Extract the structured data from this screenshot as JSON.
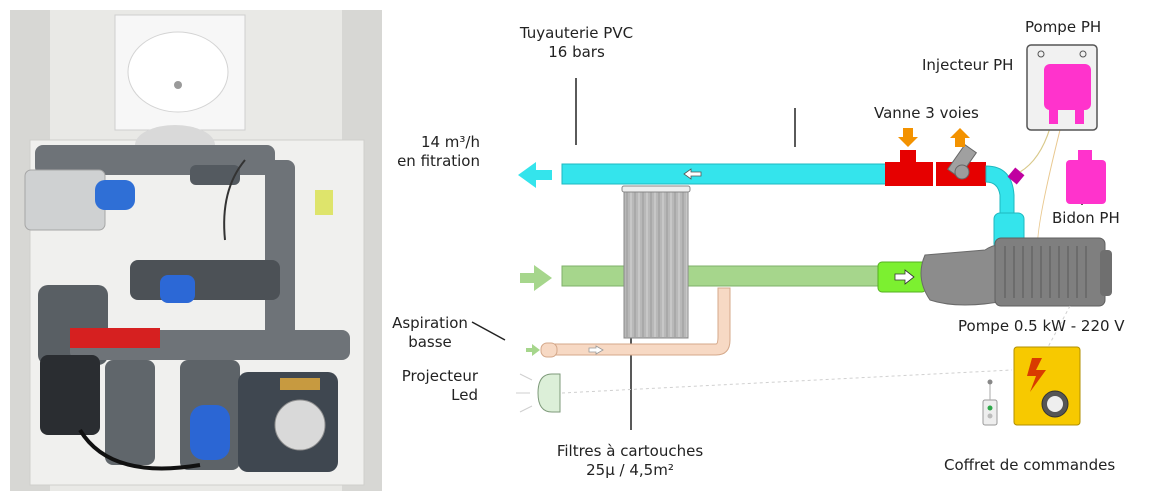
{
  "photo": {
    "alt": ""
  },
  "labels": {
    "tuyauterie": [
      "Tuyauterie PVC",
      "16 bars"
    ],
    "debit": [
      "14 m³/h",
      "en fitration"
    ],
    "aspiration": [
      "Aspiration",
      "basse"
    ],
    "projecteur": [
      "Projecteur",
      "Led"
    ],
    "filtres": [
      "Filtres à cartouches",
      "25µ / 4,5m²"
    ],
    "vanne": "Vanne 3 voies",
    "injecteur": "Injecteur PH",
    "pompe_ph": "Pompe PH",
    "bidon": "Bidon PH",
    "pompe": "Pompe 0.5 kW - 220 V",
    "coffret": "Coffret de commandes"
  },
  "colors": {
    "pvc_outlet": "#34e4ec",
    "pvc_inlet": "#a6d68c",
    "valve": "#e60000",
    "arrow_orange": "#f39200",
    "ph_magenta": "#ff33cc",
    "pump_green": "#7cf030",
    "pump_body": "#7f7f7f",
    "coffret": "#f7c900",
    "suction_pipe": "#f7d9c4"
  },
  "icons": [
    "arrow-left-icon",
    "arrow-right-icon",
    "lightning-icon"
  ]
}
